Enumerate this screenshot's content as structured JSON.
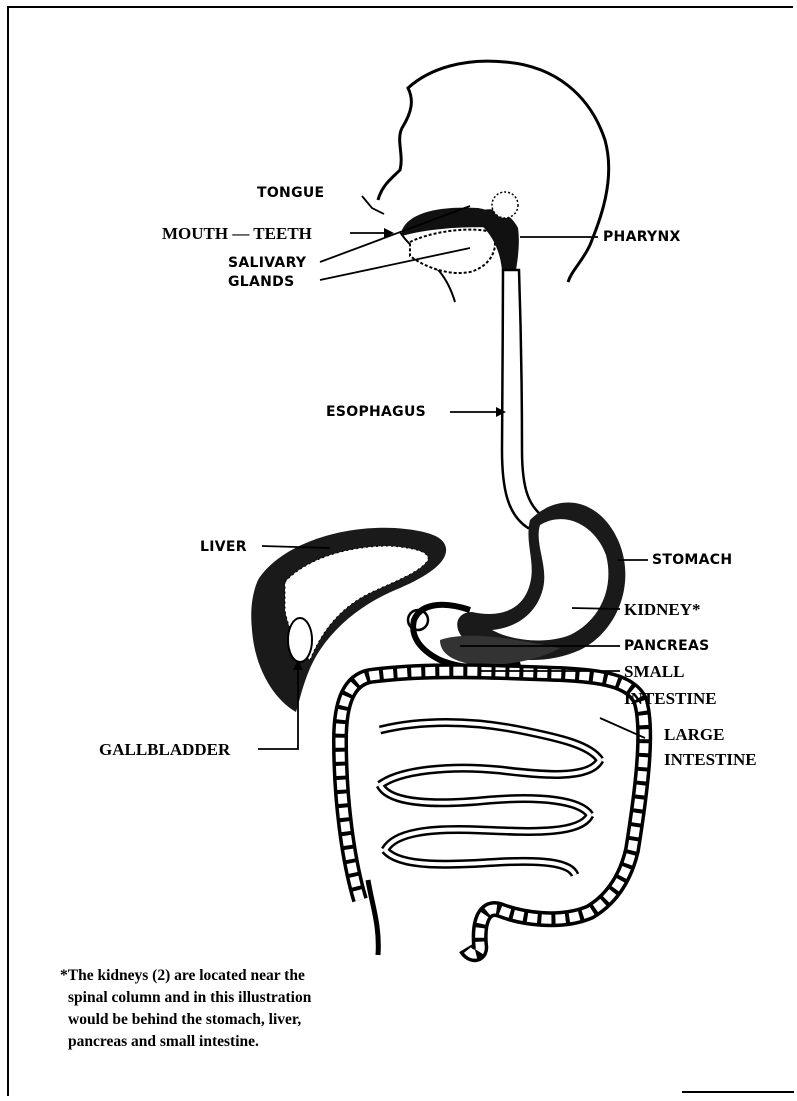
{
  "labels": {
    "tongue": "TONGUE",
    "mouth_teeth": "MOUTH — TEETH",
    "salivary_glands_1": "SALIVARY",
    "salivary_glands_2": "GLANDS",
    "pharynx": "PHARYNX",
    "esophagus": "ESOPHAGUS",
    "liver": "LIVER",
    "stomach": "STOMACH",
    "kidney": "KIDNEY*",
    "pancreas": "PANCREAS",
    "small_intestine_1": "SMALL",
    "small_intestine_2": "INTESTINE",
    "large_intestine_1": "LARGE",
    "large_intestine_2": "INTESTINE",
    "gallbladder": "GALLBLADDER"
  },
  "footnote": [
    "*The kidneys (2) are located near the",
    "spinal column and in this illustration",
    "would be behind the stomach, liver,",
    "pancreas and small intestine."
  ]
}
